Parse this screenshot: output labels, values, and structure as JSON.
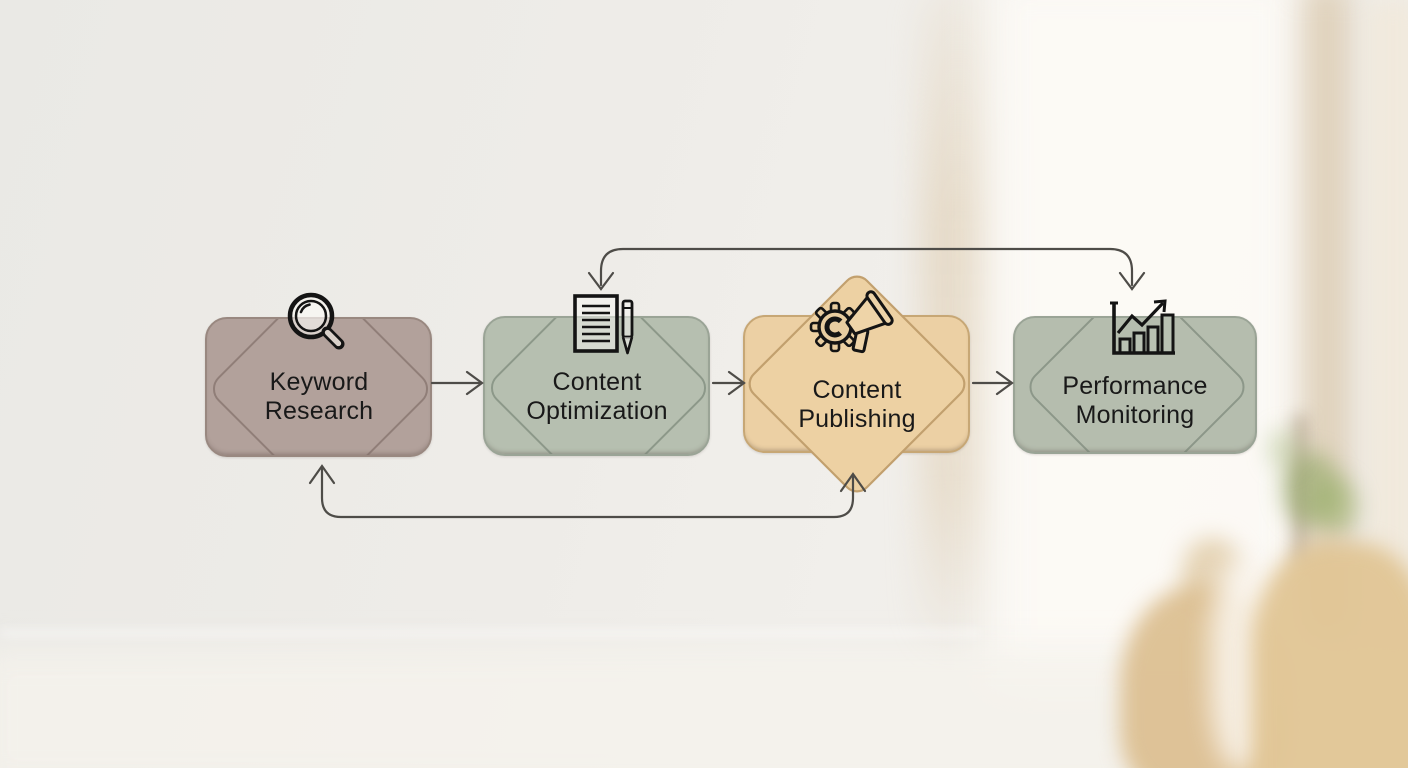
{
  "diagram": {
    "type": "flowchart",
    "direction": "left-to-right",
    "nodes": [
      {
        "id": "keyword-research",
        "label": "Keyword Research",
        "shape": "rounded-rectangle",
        "fill": "#b2a19b",
        "border": "#998880",
        "icon": "magnifier-icon"
      },
      {
        "id": "content-optimization",
        "label": "Content Optimization",
        "shape": "rounded-rectangle",
        "fill": "#b6bfb0",
        "border": "#9aa496",
        "icon": "document-pen-icon"
      },
      {
        "id": "content-publishing",
        "label": "Content Publishing",
        "shape": "diamond",
        "fill": "#edd1a3",
        "border": "#c2a06e",
        "icon": "gear-megaphone-icon"
      },
      {
        "id": "performance-monitoring",
        "label": "Performance Monitoring",
        "shape": "rounded-rectangle",
        "fill": "#b5bdae",
        "border": "#9aa496",
        "icon": "bar-chart-growth-icon"
      }
    ],
    "edges": [
      {
        "from": "keyword-research",
        "to": "content-optimization",
        "style": "straight-arrow"
      },
      {
        "from": "content-optimization",
        "to": "content-publishing",
        "style": "straight-arrow"
      },
      {
        "from": "content-publishing",
        "to": "performance-monitoring",
        "style": "straight-arrow"
      },
      {
        "from": "performance-monitoring",
        "to": "content-optimization",
        "style": "top-loop-double-headed"
      },
      {
        "from": "content-publishing",
        "to": "keyword-research",
        "style": "bottom-loop-double-headed"
      }
    ],
    "arrow_color": "#4e4c48"
  },
  "background": {
    "style": "blurred bright interior photo with wooden frame, vases and plant",
    "base_color": "#edebe7",
    "accent_colors": [
      "#ddcca4",
      "#dcbf92",
      "#8fa86c"
    ]
  }
}
